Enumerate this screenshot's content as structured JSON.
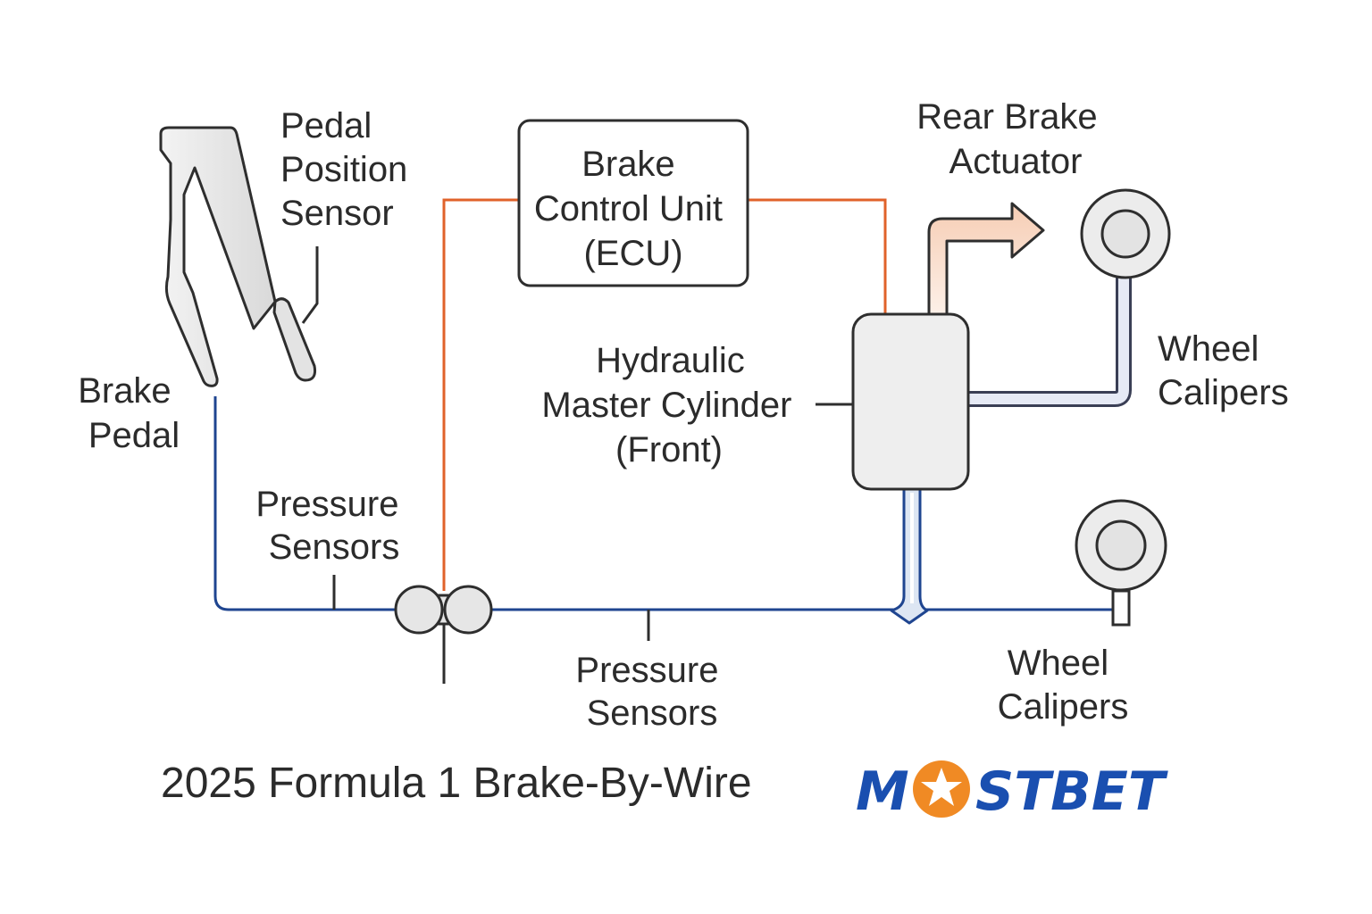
{
  "labels": {
    "pedal_position_sensor": [
      "Pedal",
      "Position",
      "Sensor"
    ],
    "brake_pedal": [
      "Brake",
      "Pedal"
    ],
    "ecu": [
      "Brake",
      "Control Unit",
      "(ECU)"
    ],
    "rear_brake_actuator": [
      "Rear Brake",
      "Actuator"
    ],
    "master_cylinder": [
      "Hydraulic",
      "Master Cylinder",
      "(Front)"
    ],
    "wheel_calipers_rear": [
      "Wheel",
      "Calipers"
    ],
    "wheel_calipers_front": [
      "Wheel",
      "Calipers"
    ],
    "pressure_sensors_left": [
      "Pressure",
      "Sensors"
    ],
    "pressure_sensors_center": [
      "Pressure",
      "Sensors"
    ]
  },
  "title": "2025 Formula 1 Brake-By-Wire",
  "brand": {
    "before_star": "M",
    "after_star": "STBET",
    "text_color": "#1a4fb0",
    "star_circle_color": "#f08a24",
    "star_color": "#ffffff"
  },
  "colors": {
    "electrical_line": "#e0622a",
    "hydraulic_line": "#1f4590",
    "component_fill": "#eeeeee",
    "component_stroke": "#2e2e2e",
    "actuator_arrow_fill": "#f8dccb"
  }
}
